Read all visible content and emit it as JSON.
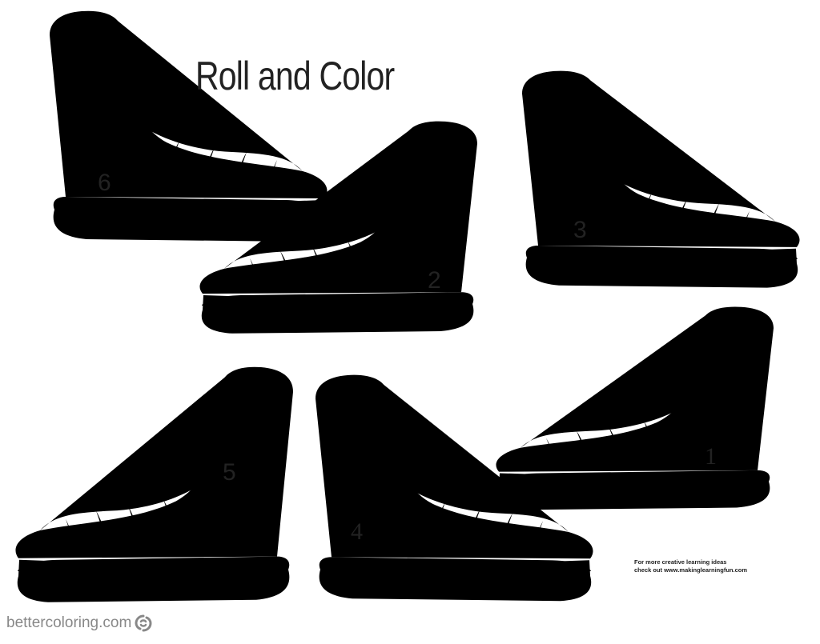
{
  "title": "Roll and Color",
  "boots": [
    {
      "number": "6"
    },
    {
      "number": "2"
    },
    {
      "number": "3"
    },
    {
      "number": "5"
    },
    {
      "number": "4"
    },
    {
      "number": "1"
    }
  ],
  "credit": {
    "line1": "For more creative learning ideas",
    "line2": "check out www.makinglearningfun.com"
  },
  "watermark": {
    "text": "bettercoloring.com",
    "icon": "swirl-logo-icon"
  },
  "colors": {
    "ink": "#111111",
    "watermark": "#888888",
    "background": "#ffffff"
  }
}
